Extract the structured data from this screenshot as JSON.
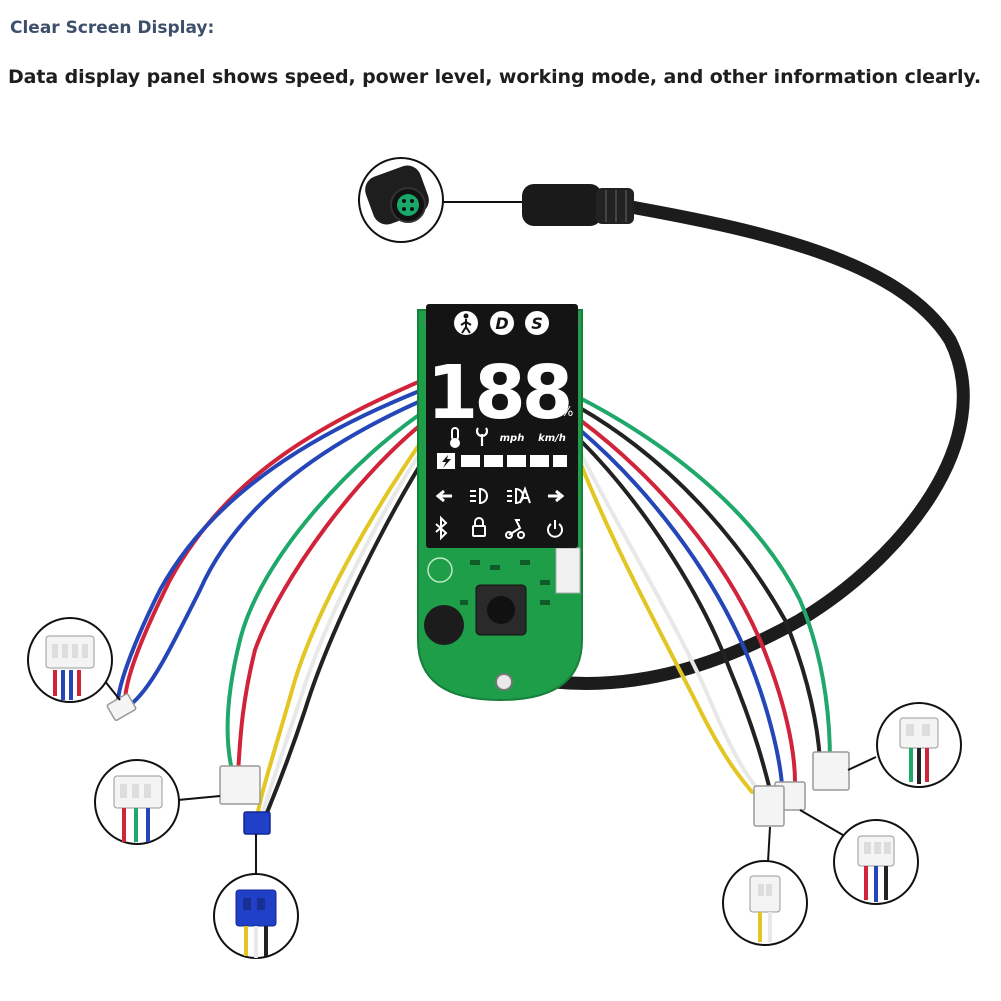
{
  "header": {
    "title": "Clear Screen Display:",
    "description": "Data display panel shows speed, power level, working mode, and other information clearly."
  },
  "display": {
    "mode_buttons": [
      "D",
      "S"
    ],
    "speed_digits": "188",
    "percent_symbol": "%",
    "unit_mph": "mph",
    "unit_kmh": "km/h",
    "battery_segments": 5
  },
  "icons": [
    "walk-icon",
    "thermometer-icon",
    "wrench-icon",
    "lightning-icon",
    "arrow-left-icon",
    "headlight-icon",
    "auto-headlight-icon",
    "arrow-right-icon",
    "bluetooth-icon",
    "lock-icon",
    "scooter-icon",
    "power-icon"
  ],
  "colors": {
    "pcb_green": "#1f9e4a",
    "display_black": "#141414",
    "cable_black": "#1c1c1c",
    "wire_red": "#d1243b",
    "wire_blue": "#2546b8",
    "wire_green": "#20a86a",
    "wire_yellow": "#e3c623",
    "wire_white": "#e8e8e8"
  }
}
